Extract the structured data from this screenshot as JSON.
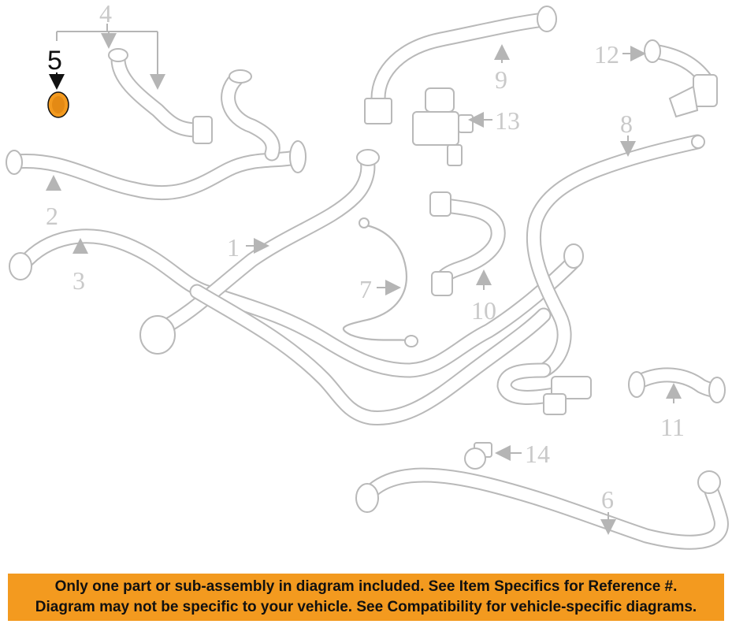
{
  "callouts": {
    "c1": "1",
    "c2": "2",
    "c3": "3",
    "c4": "4",
    "c5": "5",
    "c6": "6",
    "c7": "7",
    "c8": "8",
    "c9": "9",
    "c10": "10",
    "c11": "11",
    "c12": "12",
    "c13": "13",
    "c14": "14"
  },
  "highlighted_part": "5",
  "colors": {
    "highlight": "#f39a1f",
    "banner": "#f39a1f",
    "linework": "#b9b9b9"
  },
  "banner": {
    "line1": "Only one part or sub-assembly in diagram included. See Item Specifics for Reference #.",
    "line2": "Diagram may not be specific to your vehicle. See Compatibility for vehicle-specific diagrams."
  }
}
